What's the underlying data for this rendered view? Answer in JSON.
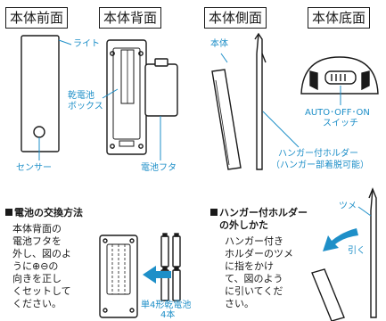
{
  "views": {
    "front": {
      "title": "本体前面",
      "light_label": "ライト",
      "sensor_label": "センサー"
    },
    "back": {
      "title": "本体背面",
      "battery_box_label_1": "乾電池",
      "battery_box_label_2": "ボックス",
      "battery_cover_label": "電池フタ"
    },
    "side": {
      "title": "本体側面",
      "body_label": "本体",
      "hanger_label_1": "ハンガー付ホルダー",
      "hanger_label_2": "（ハンガー部着脱可能）"
    },
    "bottom": {
      "title": "本体底面",
      "switch_label_1": "AUTO･OFF･ON",
      "switch_label_2": "スイッチ"
    }
  },
  "battery_section": {
    "title": "電池の交換方法",
    "instructions": [
      "本体背面の",
      "電池フタを",
      "外し、図のよ",
      "うに⊕⊖の",
      "向きを正し",
      "くセットして",
      "ください。"
    ],
    "battery_label_1": "単4形乾電池",
    "battery_label_2": "4本"
  },
  "hanger_section": {
    "title_1": "ハンガー付ホルダー",
    "title_2": "の外しかた",
    "instructions": [
      "ハンガー付き",
      "ホルダーのツメ",
      "に指をかけ",
      "て、図のよう",
      "に引いてくだ",
      "さい。"
    ],
    "claw_label": "ツメ",
    "pull_label": "引く"
  },
  "colors": {
    "accent": "#1e8fc8",
    "ink": "#1a1a1a"
  }
}
